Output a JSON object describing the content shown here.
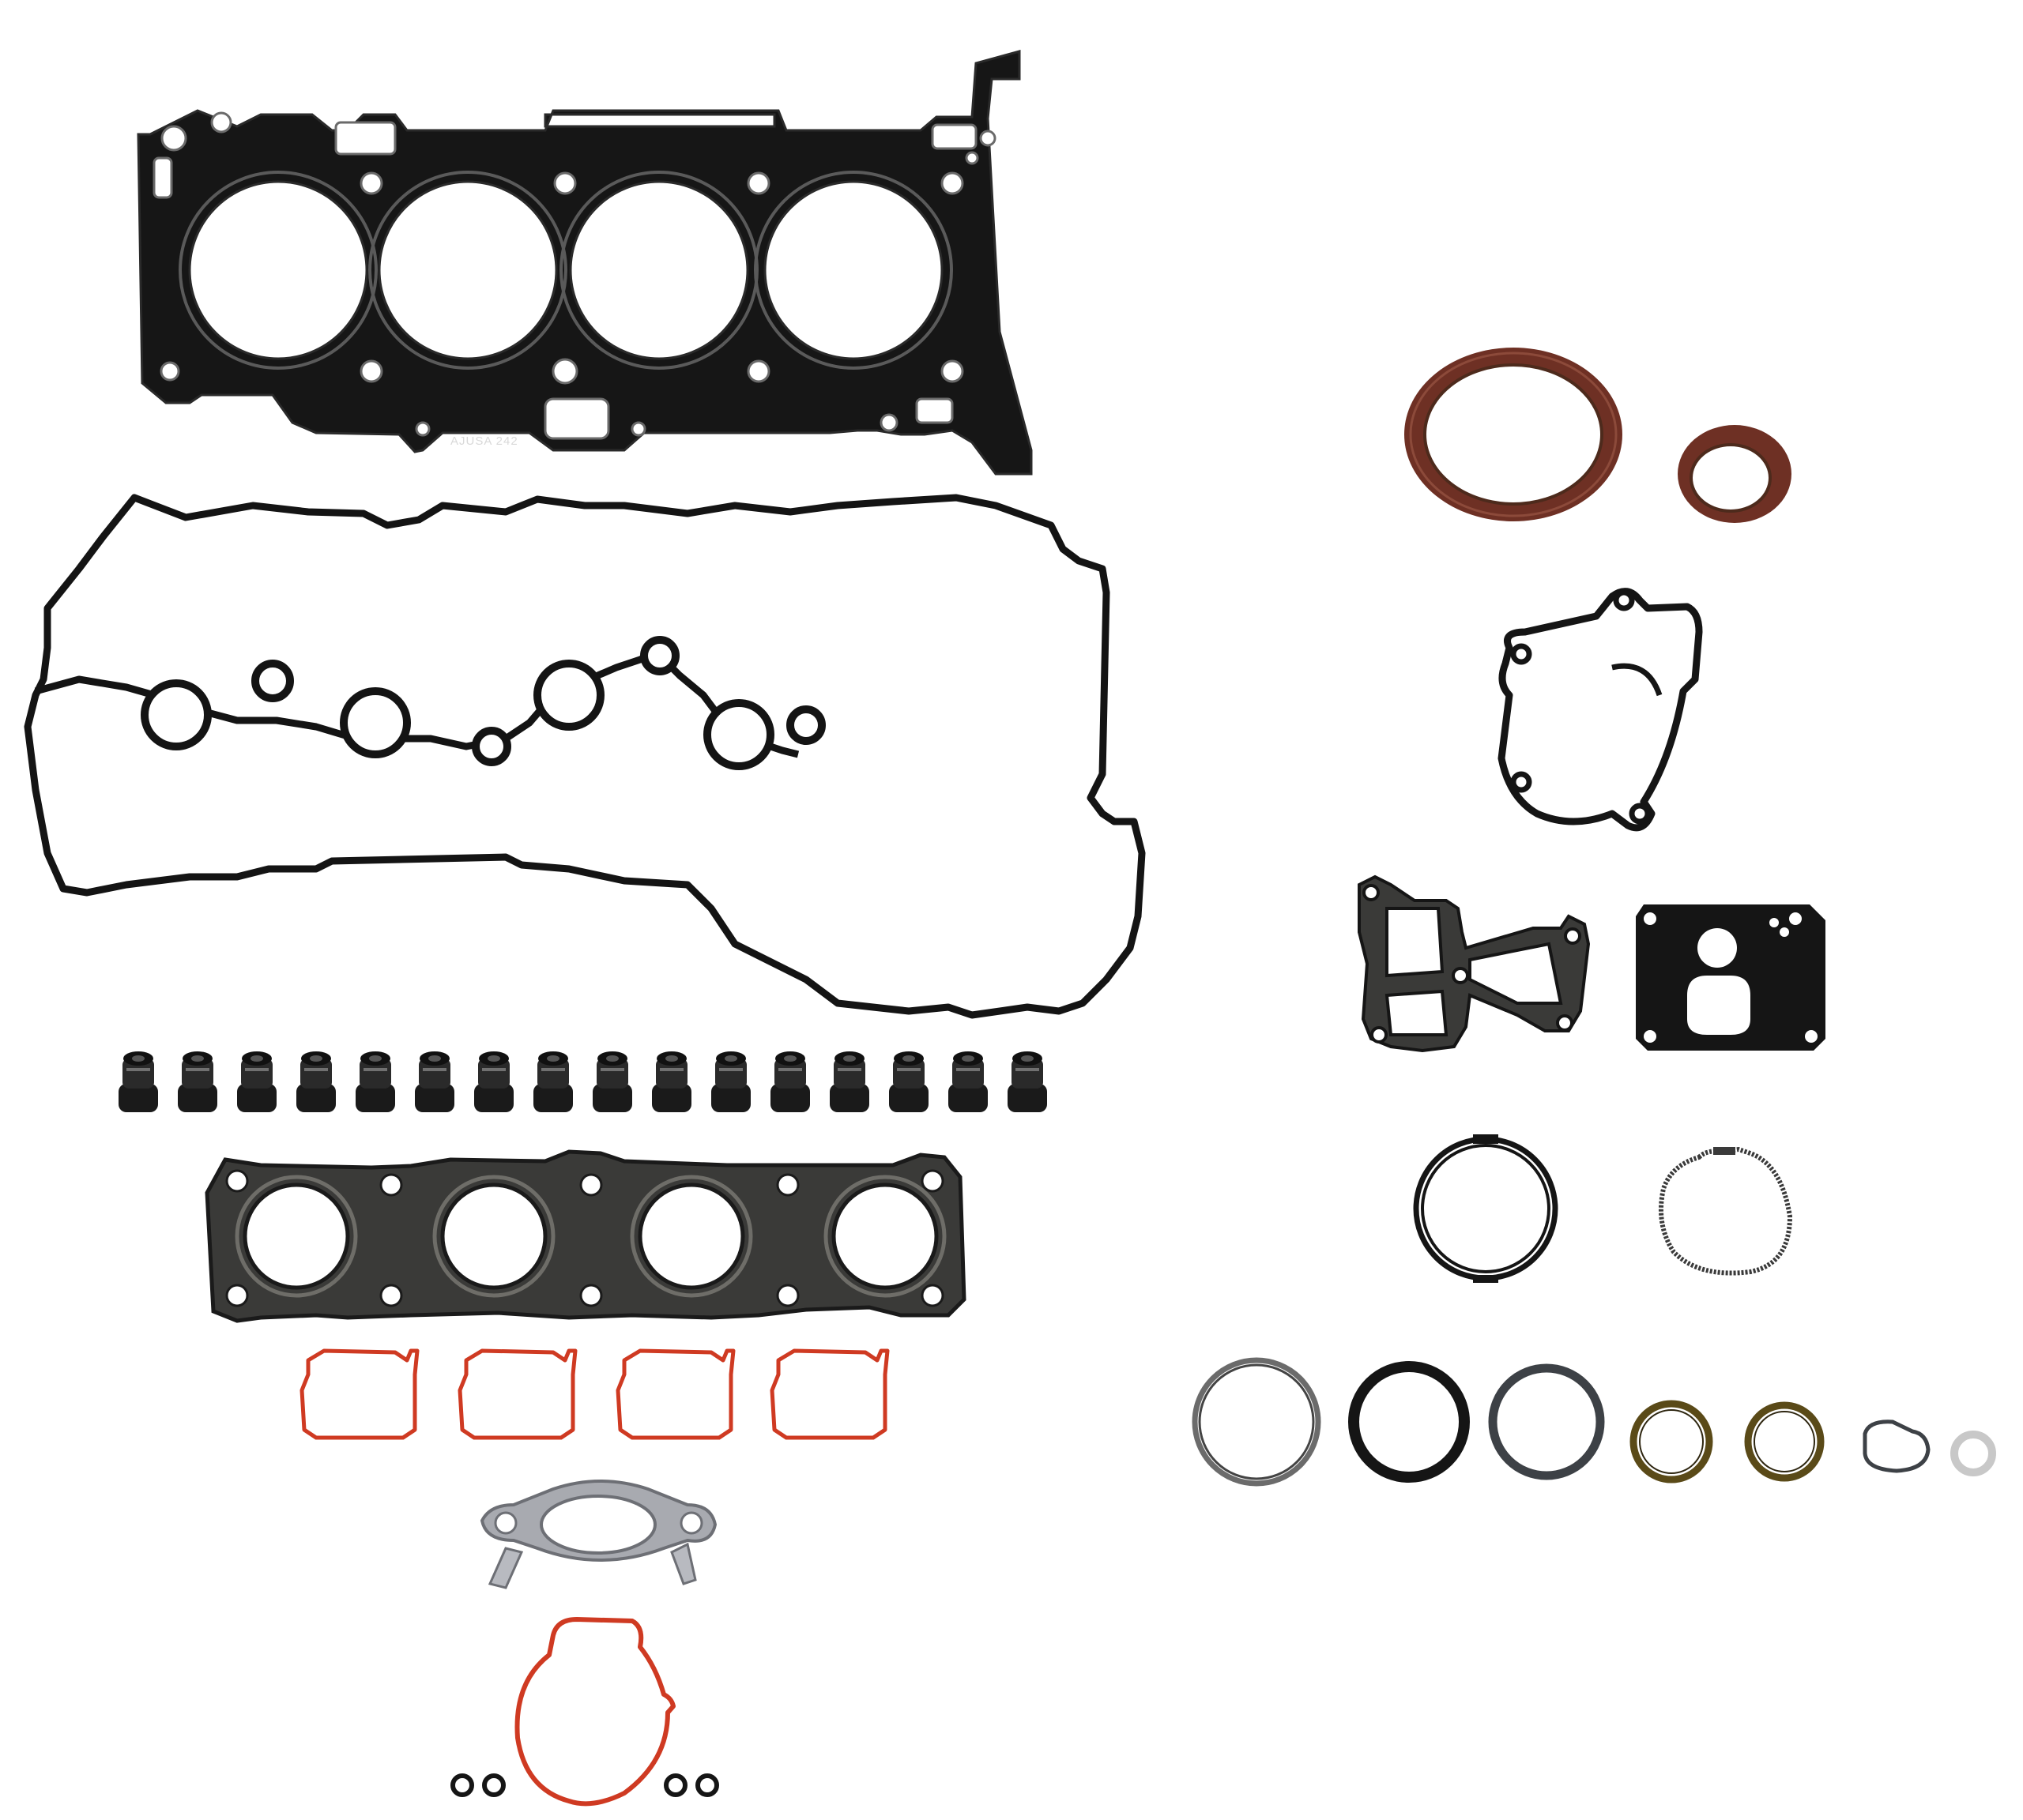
{
  "head_gasket": {
    "imprint": "AJUSA 242"
  },
  "colors": {
    "black_gasket": "#151515",
    "black_edge": "#2c2c2c",
    "oil_seal_red": "#7a3428",
    "oil_seal_brown": "#4d2a1c",
    "silicone_red": "#cf3a22",
    "olive_seal": "#5a4a18",
    "steel_grey": "#a8aab0",
    "multi_layer_steel": "#3a3a38"
  },
  "parts_counts": {
    "valve_stem_seals": 16,
    "intake_manifold_gaskets": 4,
    "small_o_rings": 4
  }
}
